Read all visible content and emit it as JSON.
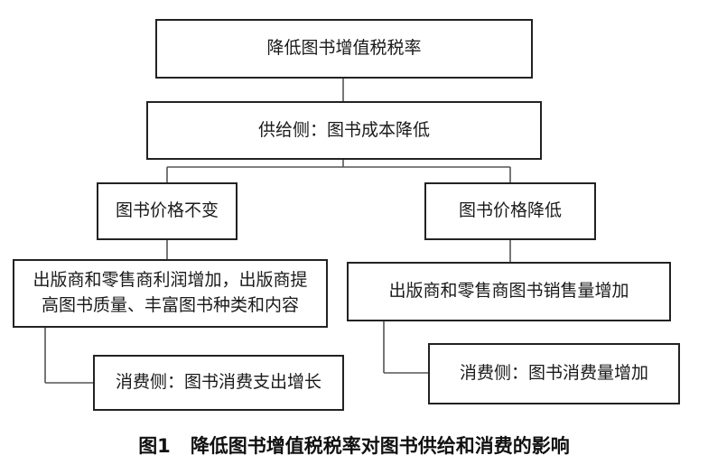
{
  "diagram": {
    "root": "降低图书增值税税率",
    "supply_side": "供给侧：图书成本降低",
    "branch_left": {
      "price": "图书价格不变",
      "effect_line1": "出版商和零售商利润增加，出版商提",
      "effect_line2": "高图书质量、丰富图书种类和内容",
      "consumption": "消费侧：图书消费支出增长"
    },
    "branch_right": {
      "price": "图书价格降低",
      "effect": "出版商和零售商图书销售量增加",
      "consumption": "消费侧：图书消费量增加"
    }
  },
  "caption": {
    "number": "图1",
    "title": "降低图书增值税税率对图书供给和消费的影响"
  }
}
